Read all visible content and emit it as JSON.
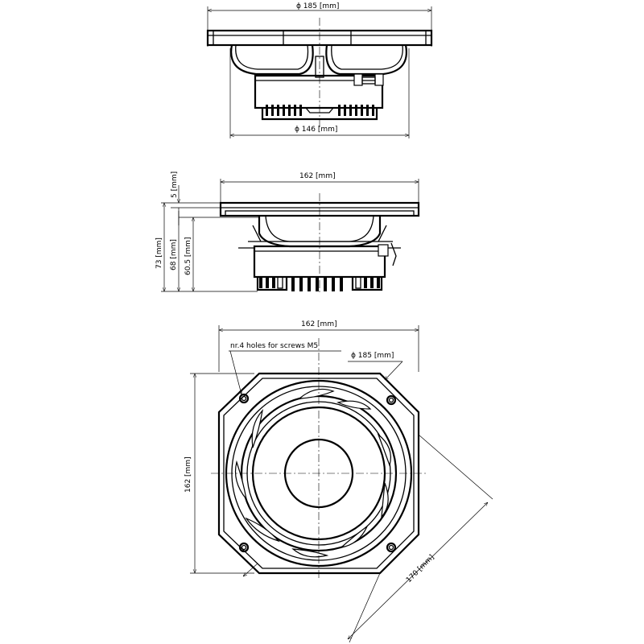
{
  "top_view": {
    "diameter_label": "ϕ 185 [mm]",
    "base_diameter_label": "ϕ 146 [mm]"
  },
  "side_view": {
    "width_label": "162 [mm]",
    "flange_label": "5 [mm]",
    "total_height_label": "73 [mm]",
    "height_label": "68 [mm]",
    "depth_label": "60.5 [mm]"
  },
  "front_view": {
    "width_label": "162 [mm]",
    "height_label": "162 [mm]",
    "holes_label": "nr.4 holes for screws M5",
    "bolt_circle_label": "ϕ 185 [mm]",
    "diagonal_label": "170 [mm]"
  }
}
